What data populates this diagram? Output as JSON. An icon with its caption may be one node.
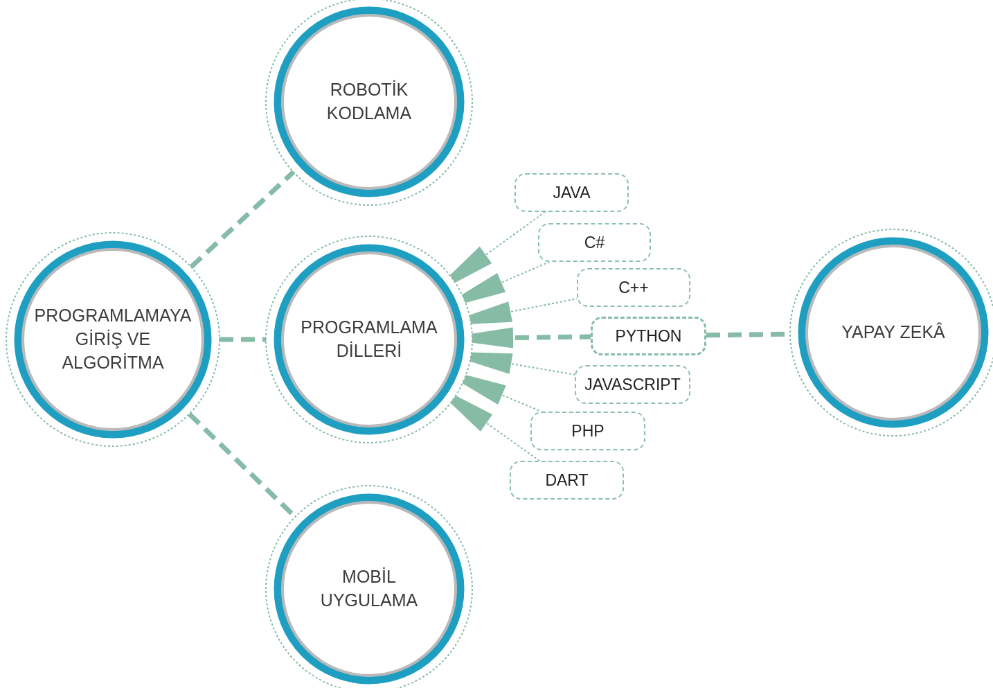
{
  "diagram": {
    "nodes": [
      {
        "text": [
          "ROBOTİK KODLAMA"
        ]
      },
      {
        "text": [
          "PROGRAMLAMAYA GİRİŞ VE ALGORİTMA"
        ]
      },
      {
        "text": [
          "PROGRAMLAMA DİLLERİ"
        ]
      },
      {
        "text": [
          "JAVA"
        ]
      },
      {
        "text": [
          "C#"
        ]
      },
      {
        "text": [
          "C++"
        ]
      },
      {
        "text": [
          "PYTHON"
        ]
      },
      {
        "text": [
          "JAVASCRIPT"
        ]
      },
      {
        "text": [
          "PHP"
        ]
      },
      {
        "text": [
          "DART"
        ]
      },
      {
        "text": [
          "YAPAY ZEKÂ"
        ]
      },
      {
        "text": [
          "MOBİL UYGULAMA"
        ]
      }
    ],
    "edges": [
      {
        "from": 1,
        "to": 0,
        "arrow": "none",
        "style": "dashed"
      },
      {
        "from": 1,
        "to": 2,
        "arrow": "none",
        "style": "dashed"
      },
      {
        "from": 1,
        "to": 11,
        "arrow": "none",
        "style": "dashed"
      },
      {
        "from": 2,
        "to": 3,
        "arrow": "none"
      },
      {
        "from": 2,
        "to": 4,
        "arrow": "none"
      },
      {
        "from": 2,
        "to": 5,
        "arrow": "none"
      },
      {
        "from": 2,
        "to": 6,
        "arrow": "none",
        "style": "dashed"
      },
      {
        "from": 2,
        "to": 7,
        "arrow": "none"
      },
      {
        "from": 2,
        "to": 8,
        "arrow": "none"
      },
      {
        "from": 2,
        "to": 9,
        "arrow": "none"
      },
      {
        "from": 6,
        "to": 10,
        "arrow": "none",
        "style": "dashed"
      }
    ]
  }
}
